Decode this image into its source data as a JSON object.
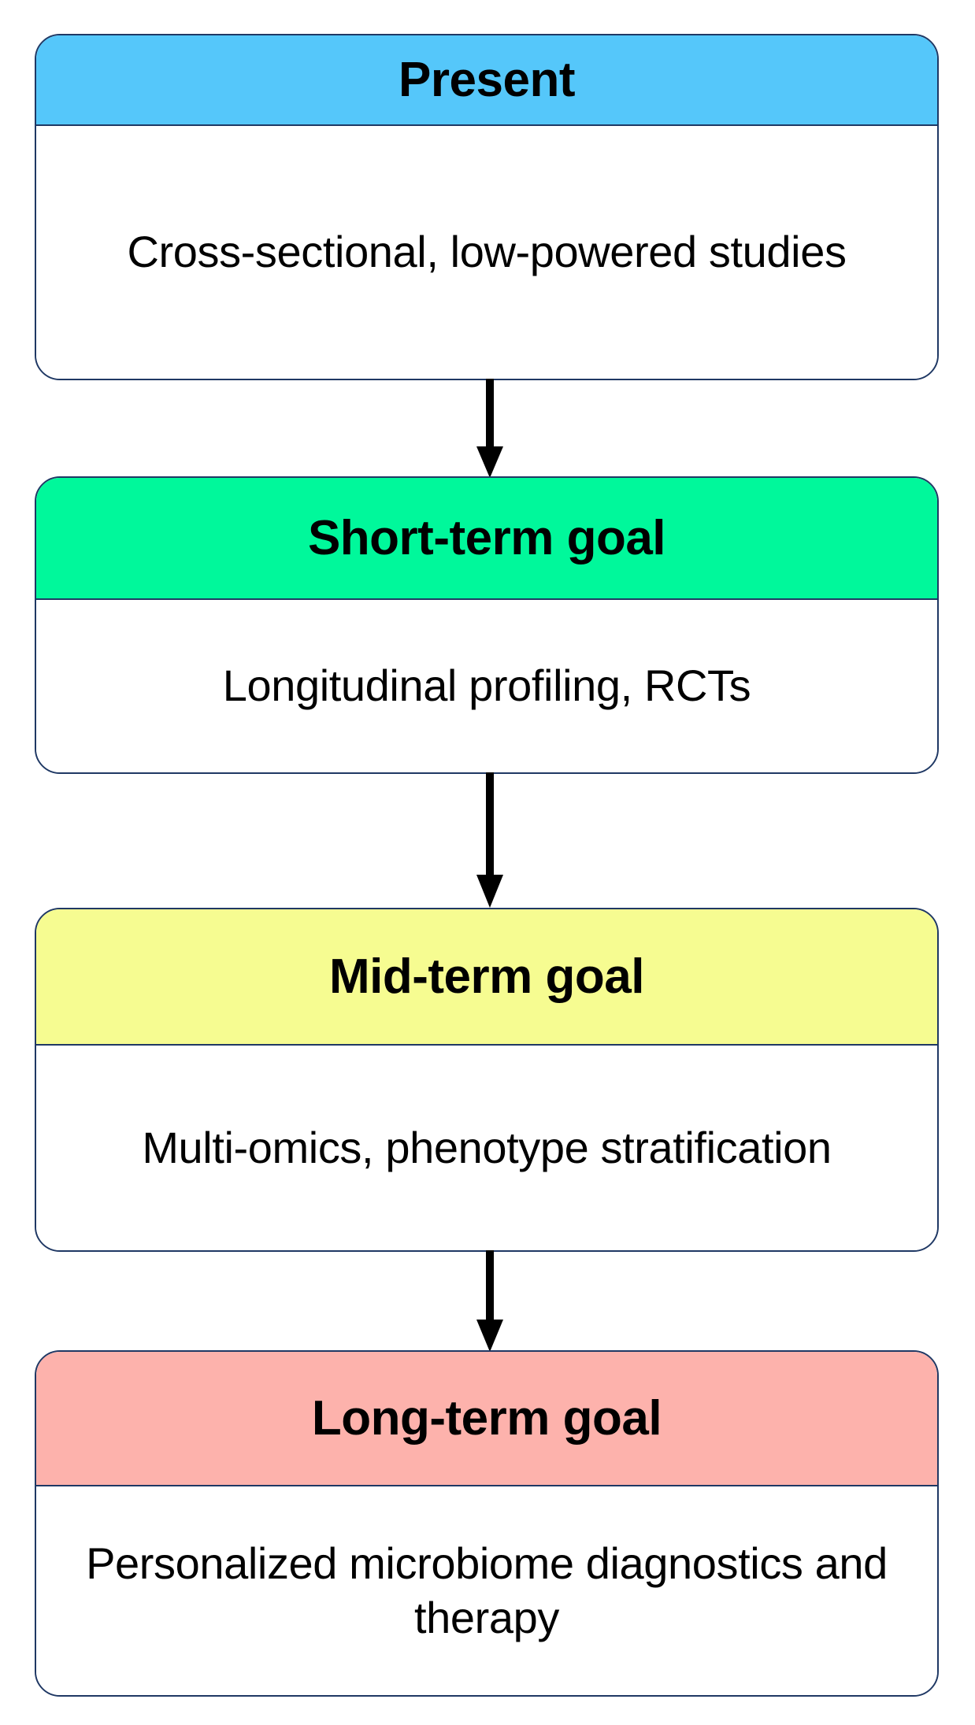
{
  "diagram": {
    "type": "vertical-flowchart",
    "title": "",
    "orientation": "top-to-bottom",
    "border_color": "#1F3864",
    "arrow_color": "#000000",
    "body_background": "#FFFFFF",
    "nodes": [
      {
        "id": "present",
        "header": "Present",
        "body": "Cross-sectional, low-powered studies",
        "header_color": "#55C7FA"
      },
      {
        "id": "short-term",
        "header": "Short-term goal",
        "body": "Longitudinal profiling, RCTs",
        "header_color": "#00F89B"
      },
      {
        "id": "mid-term",
        "header": "Mid-term goal",
        "body": "Multi-omics, phenotype stratification",
        "header_color": "#F6FC91"
      },
      {
        "id": "long-term",
        "header": "Long-term goal",
        "body": "Personalized microbiome diagnostics and therapy",
        "header_color": "#FDB2AC"
      }
    ],
    "connectors": [
      {
        "id": "connector-1",
        "from": "present",
        "to": "short-term",
        "icon": "down-arrow-icon"
      },
      {
        "id": "connector-2",
        "from": "short-term",
        "to": "mid-term",
        "icon": "down-arrow-icon"
      },
      {
        "id": "connector-3",
        "from": "mid-term",
        "to": "long-term",
        "icon": "down-arrow-icon"
      }
    ]
  }
}
